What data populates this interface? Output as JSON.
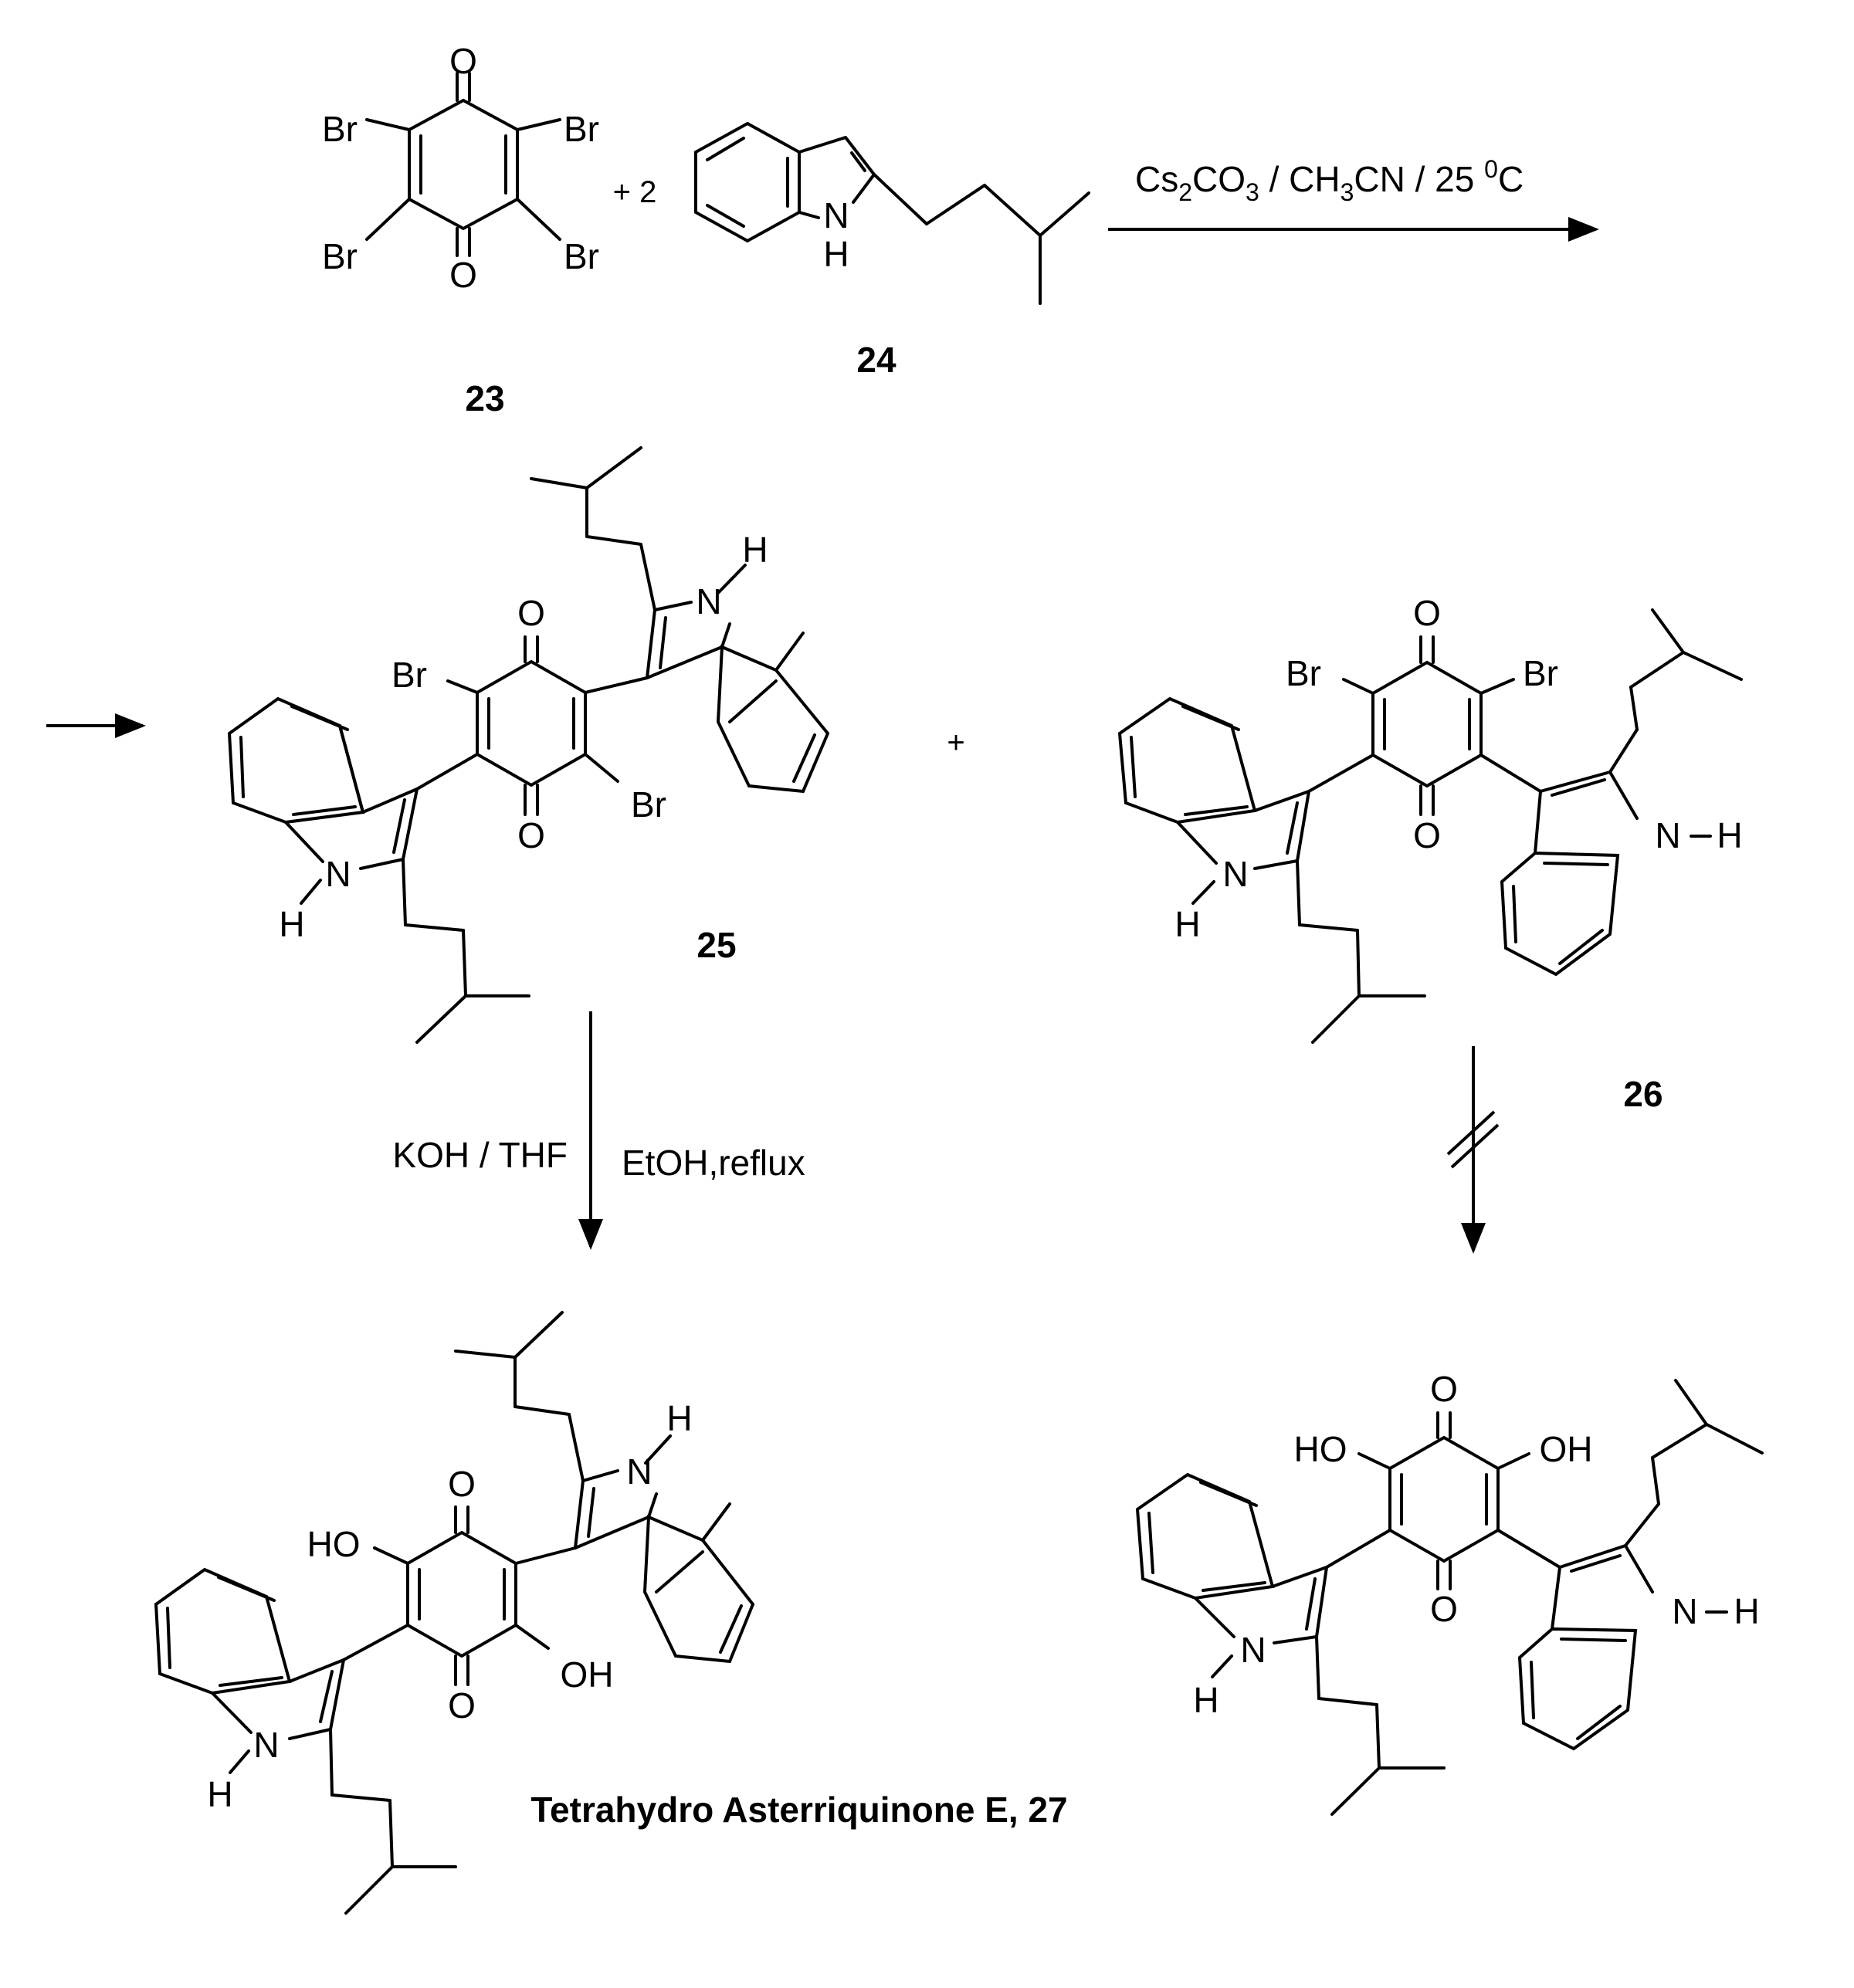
{
  "atoms": {
    "O": "O",
    "Br": "Br",
    "N": "N",
    "H": "H",
    "HO": "HO",
    "OH": "OH"
  },
  "operators": {
    "plus_two": "+ 2",
    "plus": "+"
  },
  "conditions": {
    "step1_parts": [
      "Cs",
      "2",
      "CO",
      "3",
      " / CH",
      "3",
      "CN / 25 ",
      "0",
      "C"
    ],
    "step2_left": "KOH / THF",
    "step2_right": "EtOH,reflux"
  },
  "compounds": {
    "c23": "23",
    "c24": "24",
    "c25": "25",
    "c26": "26",
    "c27": "Tetrahydro Asterriquinone E, 27"
  },
  "arrows": {
    "blocked_arrow": "crossed (reaction does not proceed)"
  }
}
